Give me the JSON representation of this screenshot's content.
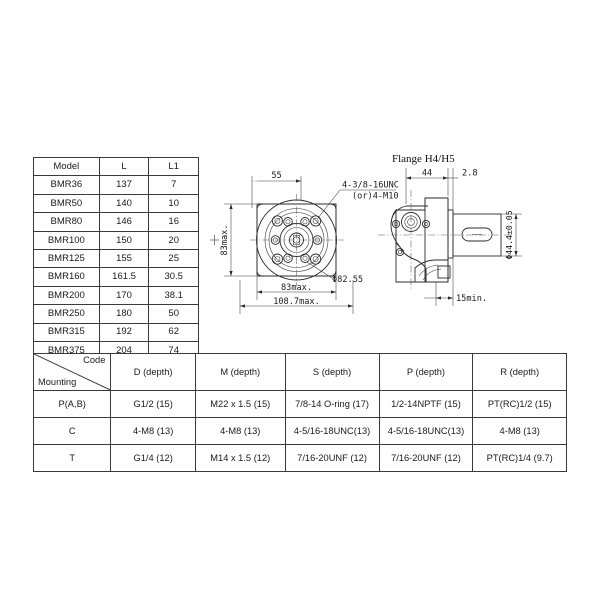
{
  "drawing": {
    "flange_title": "Flange  H4/H5",
    "callout_line1": "4-3/8-16UNC",
    "callout_line2": "(or)4-M10",
    "dim_55": "55",
    "dim_83max_v": "83max.",
    "dim_83max_h": "83max.",
    "dim_1087max": "108.7max.",
    "dim_dia8255": "Φ82.55",
    "dim_44": "44",
    "dim_28": "2.8",
    "dim_15min": "15min.",
    "dim_dia444": "Φ44.4±0.05"
  },
  "model_table": {
    "headers": [
      "Model",
      "L",
      "L1"
    ],
    "rows": [
      [
        "BMR36",
        "137",
        "7"
      ],
      [
        "BMR50",
        "140",
        "10"
      ],
      [
        "BMR80",
        "146",
        "16"
      ],
      [
        "BMR100",
        "150",
        "20"
      ],
      [
        "BMR125",
        "155",
        "25"
      ],
      [
        "BMR160",
        "161.5",
        "30.5"
      ],
      [
        "BMR200",
        "170",
        "38.1"
      ],
      [
        "BMR250",
        "180",
        "50"
      ],
      [
        "BMR315",
        "192",
        "62"
      ],
      [
        "BMR375",
        "204",
        "74"
      ]
    ]
  },
  "mounting_table": {
    "corner_top": "Code",
    "corner_bottom": "Mounting",
    "headers": [
      "D (depth)",
      "M (depth)",
      "S (depth)",
      "P (depth)",
      "R (depth)"
    ],
    "rows": [
      {
        "mounting": "P(A,B)",
        "cells": [
          "G1/2  (15)",
          "M22 x 1.5  (15)",
          "7/8-14  O-ring (17)",
          "1/2-14NPTF (15)",
          "PT(RC)1/2  (15)"
        ]
      },
      {
        "mounting": "C",
        "cells": [
          "4-M8  (13)",
          "4-M8  (13)",
          "4-5/16-18UNC(13)",
          "4-5/16-18UNC(13)",
          "4-M8  (13)"
        ]
      },
      {
        "mounting": "T",
        "cells": [
          "G1/4  (12)",
          "M14 x 1.5 (12)",
          "7/16-20UNF  (12)",
          "7/16-20UNF  (12)",
          "PT(RC)1/4     (9.7)"
        ]
      }
    ]
  },
  "colors": {
    "background": "#ffffff",
    "line": "#2b2b2b",
    "text": "#1a1a1a",
    "table_border": "#3a3a3a"
  }
}
